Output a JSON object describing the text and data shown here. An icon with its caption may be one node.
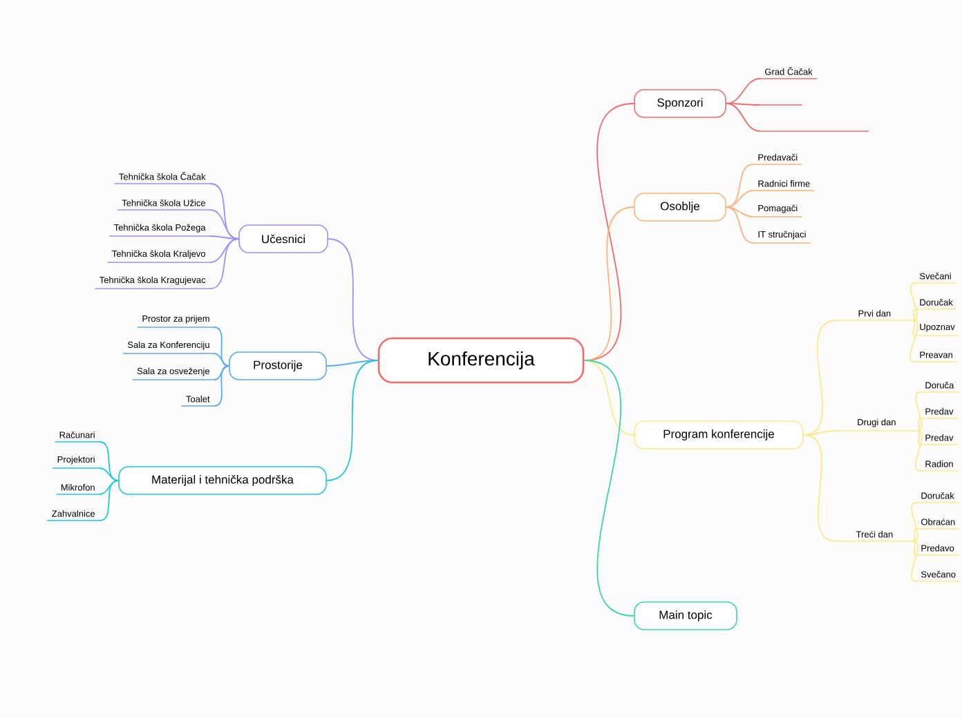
{
  "diagram": {
    "nodes": [
      {
        "text": [
          "Konferencija"
        ]
      },
      {
        "text": [
          "Sponzori"
        ]
      },
      {
        "text": [
          "Grad Čačak"
        ]
      },
      {
        "text": [],
        "shape": "line"
      },
      {
        "text": [],
        "shape": "line"
      },
      {
        "text": [
          "Osoblje"
        ]
      },
      {
        "text": [
          "Predavači"
        ]
      },
      {
        "text": [
          "Radnici firme"
        ]
      },
      {
        "text": [
          "Pomagači"
        ]
      },
      {
        "text": [
          "IT stručnjaci"
        ]
      },
      {
        "text": [
          "Program konferencije"
        ]
      },
      {
        "text": [
          "Prvi dan"
        ]
      },
      {
        "text": [
          "Svečani"
        ]
      },
      {
        "text": [
          "Doručak"
        ]
      },
      {
        "text": [
          "Upoznav"
        ]
      },
      {
        "text": [
          "Preavan"
        ]
      },
      {
        "text": [
          "Drugi dan"
        ]
      },
      {
        "text": [
          "Doruča"
        ]
      },
      {
        "text": [
          "Predav"
        ]
      },
      {
        "text": [
          "Predav"
        ]
      },
      {
        "text": [
          "Radion"
        ]
      },
      {
        "text": [
          "Treći dan"
        ]
      },
      {
        "text": [
          "Doručak"
        ]
      },
      {
        "text": [
          "Obraćan"
        ]
      },
      {
        "text": [
          "Predavo"
        ]
      },
      {
        "text": [
          "Svečano"
        ]
      },
      {
        "text": [
          "Main topic"
        ]
      },
      {
        "text": [
          "Učesnici"
        ]
      },
      {
        "text": [
          "Tehnička škola Čačak"
        ]
      },
      {
        "text": [
          "Tehnička škola Užice"
        ]
      },
      {
        "text": [
          "Tehnička škola Požega"
        ]
      },
      {
        "text": [
          "Tehnička škola Kraljevo"
        ]
      },
      {
        "text": [
          "Tehnička škola Kragujevac"
        ]
      },
      {
        "text": [
          "Prostorije"
        ]
      },
      {
        "text": [
          "Prostor za prijem"
        ]
      },
      {
        "text": [
          "Sala za Konferenciju"
        ]
      },
      {
        "text": [
          "Sala za osveženje"
        ]
      },
      {
        "text": [
          "Toalet"
        ]
      },
      {
        "text": [
          "Materijal i tehnička podrška"
        ]
      },
      {
        "text": [
          "Računari"
        ]
      },
      {
        "text": [
          "Projektori"
        ]
      },
      {
        "text": [
          "Mikrofon"
        ]
      },
      {
        "text": [
          "Zahvalnice"
        ]
      }
    ],
    "edges": [
      {
        "from": 0,
        "to": 1,
        "arrow": "none",
        "color": "#f46a6a"
      },
      {
        "from": 1,
        "to": 2,
        "arrow": "none",
        "color": "#f46a6a"
      },
      {
        "from": 1,
        "to": 3,
        "arrow": "none",
        "color": "#f46a6a"
      },
      {
        "from": 1,
        "to": 4,
        "arrow": "none",
        "color": "#f46a6a"
      },
      {
        "from": 0,
        "to": 5,
        "arrow": "none",
        "color": "#ffb27a"
      },
      {
        "from": 5,
        "to": 6,
        "arrow": "none",
        "color": "#ffb27a"
      },
      {
        "from": 5,
        "to": 7,
        "arrow": "none",
        "color": "#ffb27a"
      },
      {
        "from": 5,
        "to": 8,
        "arrow": "none",
        "color": "#ffb27a"
      },
      {
        "from": 5,
        "to": 9,
        "arrow": "none",
        "color": "#ffb27a"
      },
      {
        "from": 0,
        "to": 10,
        "arrow": "none",
        "color": "#fde98a"
      },
      {
        "from": 10,
        "to": 11,
        "arrow": "none",
        "color": "#fde98a"
      },
      {
        "from": 11,
        "to": 12,
        "arrow": "none",
        "color": "#fde98a"
      },
      {
        "from": 11,
        "to": 13,
        "arrow": "none",
        "color": "#fde98a"
      },
      {
        "from": 11,
        "to": 14,
        "arrow": "none",
        "color": "#fde98a"
      },
      {
        "from": 11,
        "to": 15,
        "arrow": "none",
        "color": "#fde98a"
      },
      {
        "from": 10,
        "to": 16,
        "arrow": "none",
        "color": "#fde98a"
      },
      {
        "from": 16,
        "to": 17,
        "arrow": "none",
        "color": "#fde98a"
      },
      {
        "from": 16,
        "to": 18,
        "arrow": "none",
        "color": "#fde98a"
      },
      {
        "from": 16,
        "to": 19,
        "arrow": "none",
        "color": "#fde98a"
      },
      {
        "from": 16,
        "to": 20,
        "arrow": "none",
        "color": "#fde98a"
      },
      {
        "from": 10,
        "to": 21,
        "arrow": "none",
        "color": "#fde98a"
      },
      {
        "from": 21,
        "to": 22,
        "arrow": "none",
        "color": "#fde98a"
      },
      {
        "from": 21,
        "to": 23,
        "arrow": "none",
        "color": "#fde98a"
      },
      {
        "from": 21,
        "to": 24,
        "arrow": "none",
        "color": "#fde98a"
      },
      {
        "from": 21,
        "to": 25,
        "arrow": "none",
        "color": "#fde98a"
      },
      {
        "from": 0,
        "to": 26,
        "arrow": "none",
        "color": "#3dd6a0"
      },
      {
        "from": 0,
        "to": 27,
        "arrow": "none",
        "color": "#a18cff"
      },
      {
        "from": 27,
        "to": 28,
        "arrow": "none",
        "color": "#a18cff"
      },
      {
        "from": 27,
        "to": 29,
        "arrow": "none",
        "color": "#a18cff"
      },
      {
        "from": 27,
        "to": 30,
        "arrow": "none",
        "color": "#a18cff"
      },
      {
        "from": 27,
        "to": 31,
        "arrow": "none",
        "color": "#a18cff"
      },
      {
        "from": 27,
        "to": 32,
        "arrow": "none",
        "color": "#a18cff"
      },
      {
        "from": 0,
        "to": 33,
        "arrow": "none",
        "color": "#5aa9f5"
      },
      {
        "from": 33,
        "to": 34,
        "arrow": "none",
        "color": "#5aa9f5"
      },
      {
        "from": 33,
        "to": 35,
        "arrow": "none",
        "color": "#5aa9f5"
      },
      {
        "from": 33,
        "to": 36,
        "arrow": "none",
        "color": "#5aa9f5"
      },
      {
        "from": 33,
        "to": 37,
        "arrow": "none",
        "color": "#5aa9f5"
      },
      {
        "from": 0,
        "to": 38,
        "arrow": "none",
        "color": "#1ec8d8"
      },
      {
        "from": 38,
        "to": 39,
        "arrow": "none",
        "color": "#1ec8d8"
      },
      {
        "from": 38,
        "to": 40,
        "arrow": "none",
        "color": "#1ec8d8"
      },
      {
        "from": 38,
        "to": 41,
        "arrow": "none",
        "color": "#1ec8d8"
      },
      {
        "from": 38,
        "to": 42,
        "arrow": "none",
        "color": "#1ec8d8"
      }
    ]
  }
}
